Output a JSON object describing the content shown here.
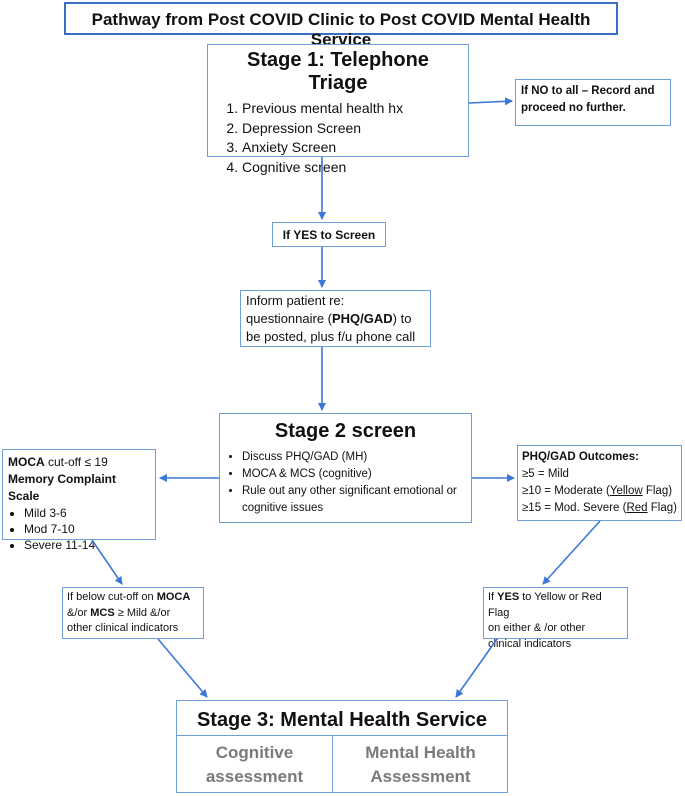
{
  "title": "Pathway from Post COVID Clinic to Post COVID Mental Health Service",
  "stage1": {
    "heading": "Stage 1: Telephone Triage",
    "items": [
      "Previous mental health hx",
      "Depression Screen",
      "Anxiety Screen",
      "Cognitive screen"
    ]
  },
  "no_box": {
    "line1": "If NO to all – Record and",
    "line2": "proceed no further."
  },
  "yes_screen": "If YES to Screen",
  "inform": {
    "line1": "Inform patient re:",
    "pre": "questionnaire (",
    "bold": "PHQ/GAD",
    "post": ") to",
    "line3": "be posted, plus f/u phone call"
  },
  "stage2": {
    "heading": "Stage 2 screen",
    "items": [
      "Discuss PHQ/GAD (MH)",
      "MOCA & MCS (cognitive)",
      "Rule out any other significant emotional or cognitive issues"
    ]
  },
  "moca": {
    "label": "MOCA",
    "cutoff": " cut-off ≤ 19",
    "mcs_title": "Memory Complaint Scale",
    "items": [
      "Mild 3-6",
      "Mod 7-10",
      "Severe 11-14"
    ]
  },
  "phq": {
    "title": "PHQ/GAD Outcomes:",
    "mild": "≥5 = Mild",
    "moderate_pre": "≥10 = Moderate (",
    "moderate_flag": "Yellow",
    "moderate_post": " Flag)",
    "severe_pre": "≥15 = Mod. Severe (",
    "severe_flag": "Red",
    "severe_post": " Flag)"
  },
  "below_cutoff": {
    "pre": "If below cut-off on ",
    "moca": "MOCA",
    "and_or": "&/or ",
    "mcs": "MCS",
    "mid": " ≥ Mild &/or",
    "line3": "other clinical indicators"
  },
  "yes_flag": {
    "pre": "If ",
    "yes": "YES",
    "post": " to Yellow or Red Flag",
    "line2": "on either & /or other",
    "line3": "clinical indicators"
  },
  "stage3": {
    "heading": "Stage 3: Mental Health Service",
    "left_line1": "Cognitive",
    "left_line2": "assessment",
    "right_line1": "Mental Health",
    "right_line2": "Assessment"
  },
  "colors": {
    "arrow": "#3b78d8",
    "border": "#6f9fd8",
    "muted_text": "#7a7a7a"
  }
}
